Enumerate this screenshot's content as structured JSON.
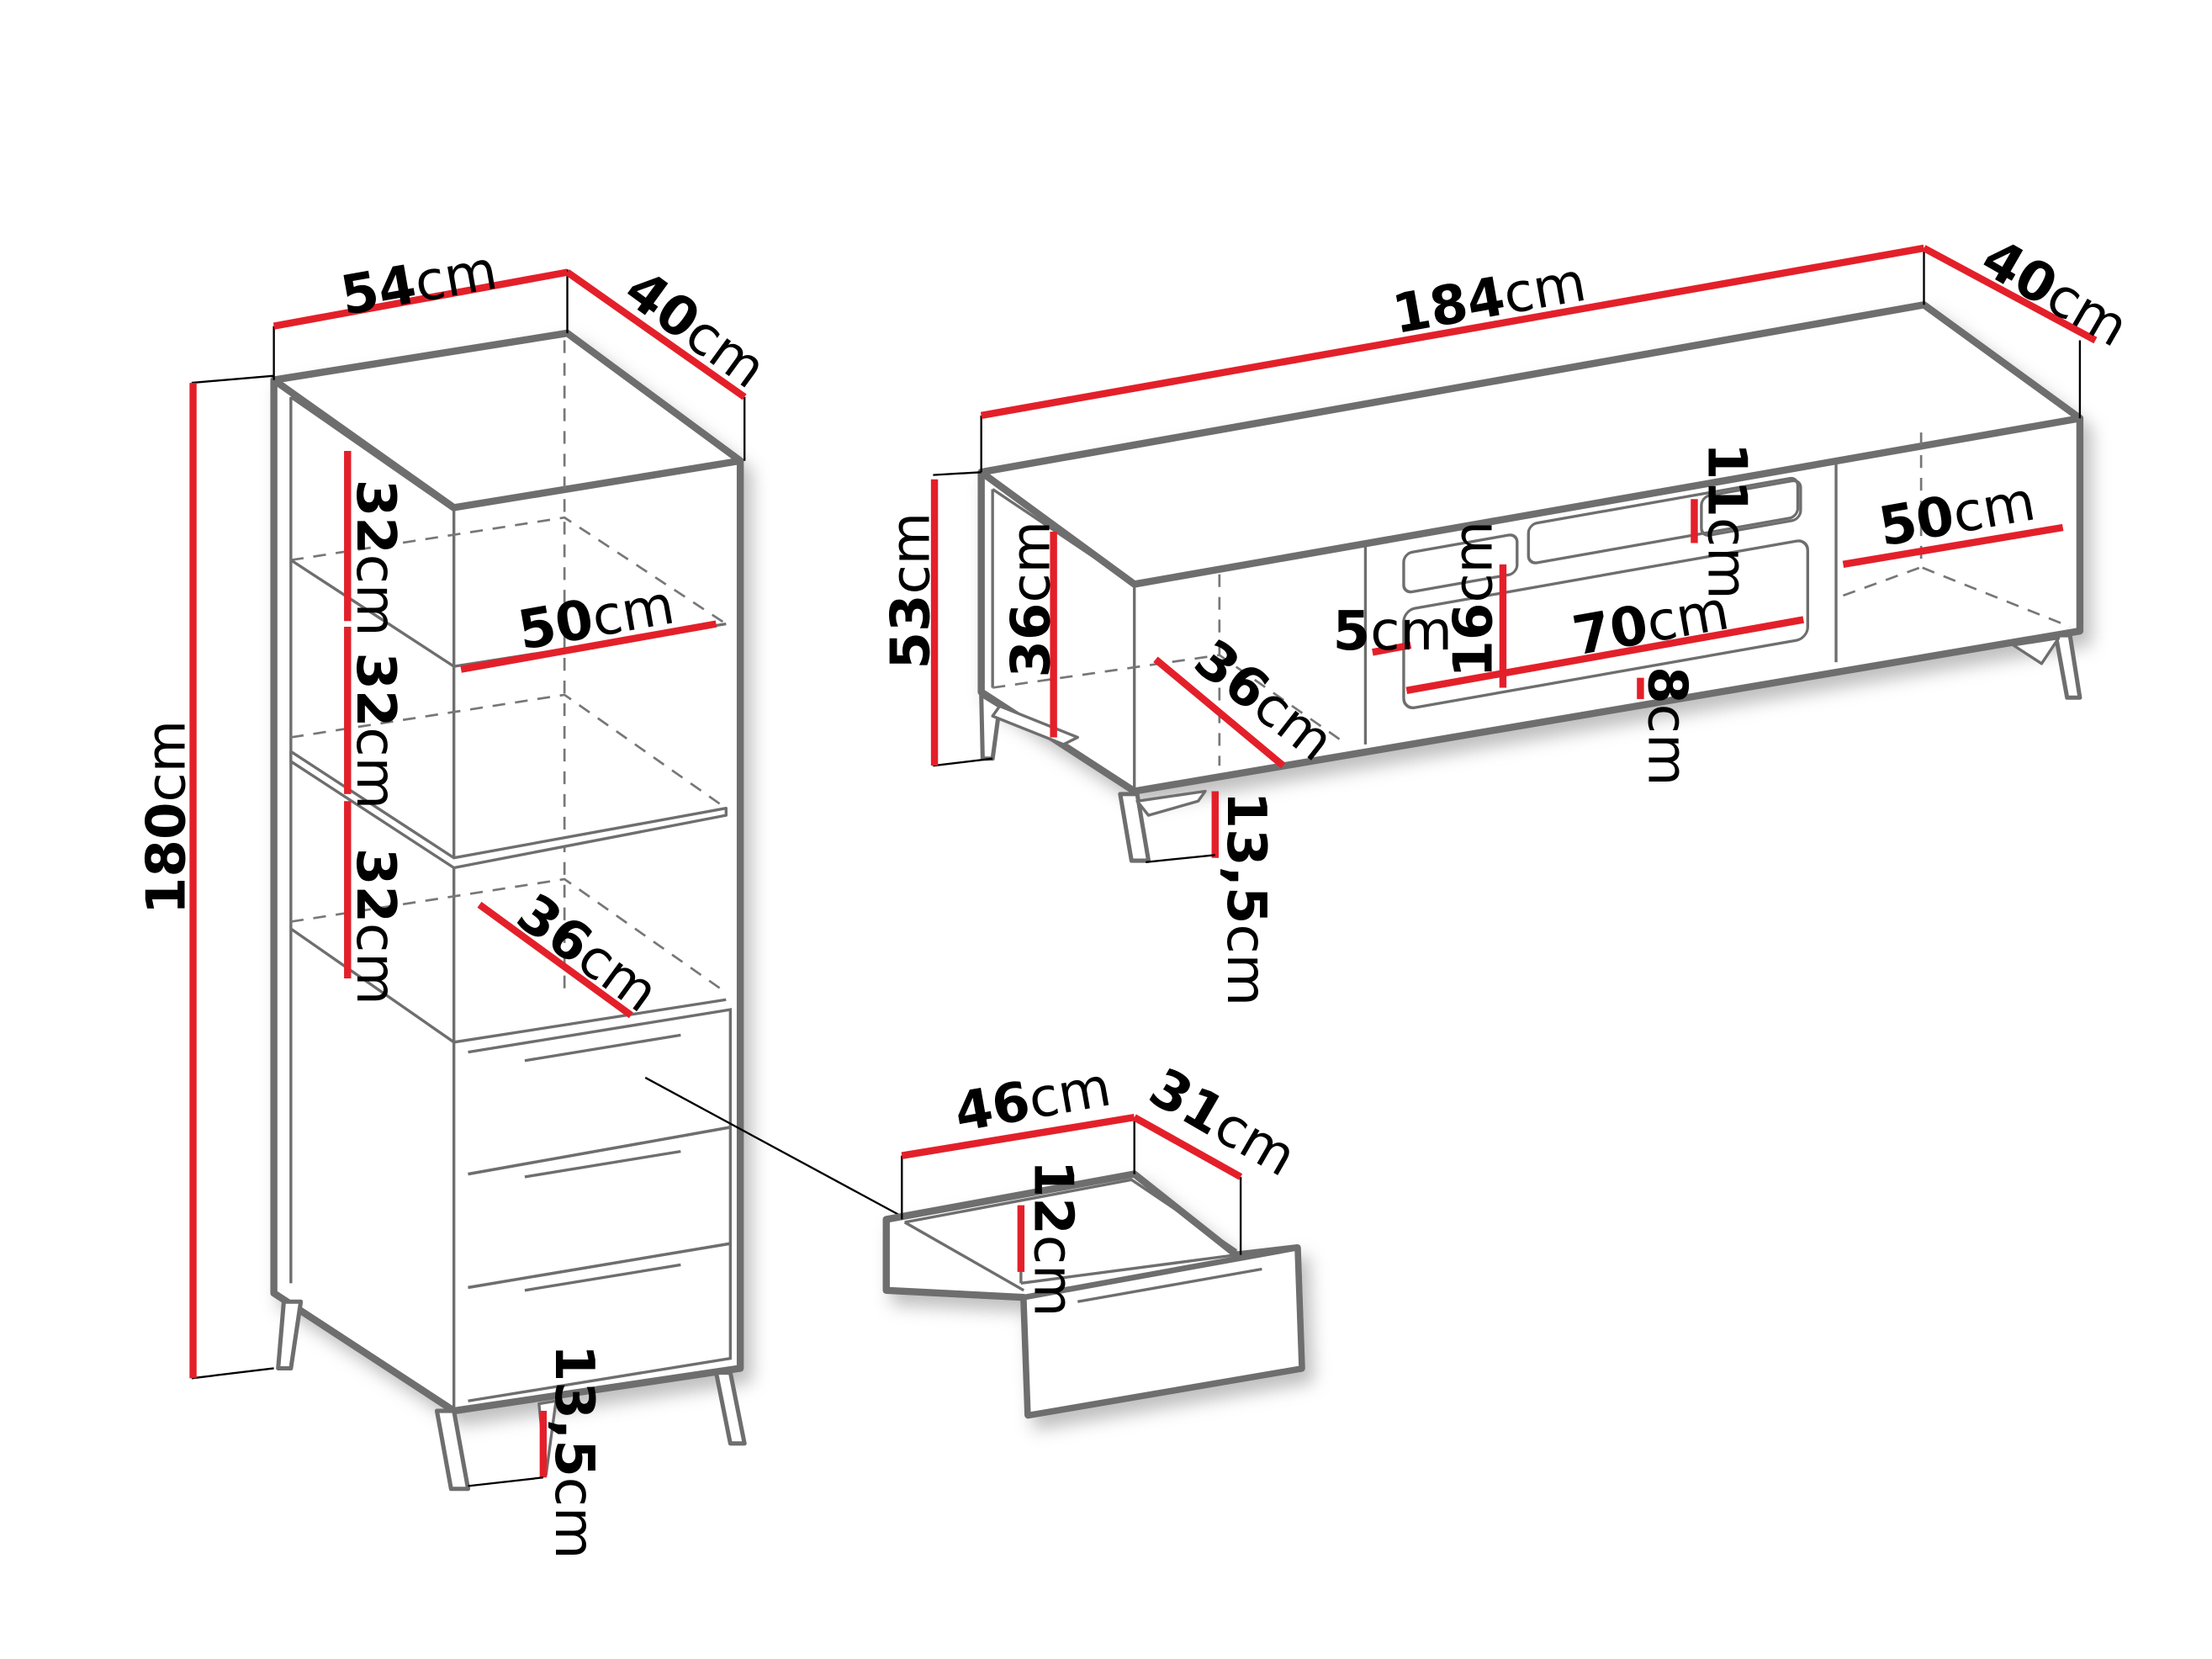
{
  "diagram": {
    "type": "furniture-dimension-drawing",
    "colors": {
      "dimension_line": "#e3202a",
      "outline": "#6e6e6e",
      "text": "#000000",
      "background": "#ffffff"
    },
    "cabinet": {
      "width": {
        "value": "54",
        "unit": "cm"
      },
      "depth": {
        "value": "40",
        "unit": "cm"
      },
      "height": {
        "value": "180",
        "unit": "cm"
      },
      "shelf_gap_1": {
        "value": "32",
        "unit": "cm"
      },
      "shelf_gap_2": {
        "value": "32",
        "unit": "cm"
      },
      "shelf_gap_3": {
        "value": "32",
        "unit": "cm"
      },
      "inner_width": {
        "value": "50",
        "unit": "cm"
      },
      "inner_depth": {
        "value": "36",
        "unit": "cm"
      },
      "leg_height": {
        "value": "13,5",
        "unit": "cm"
      }
    },
    "tv_unit": {
      "width": {
        "value": "184",
        "unit": "cm"
      },
      "depth": {
        "value": "40",
        "unit": "cm"
      },
      "height": {
        "value": "53",
        "unit": "cm"
      },
      "side_inner_height": {
        "value": "36",
        "unit": "cm"
      },
      "side_inner_depth": {
        "value": "36",
        "unit": "cm"
      },
      "right_inner_width": {
        "value": "50",
        "unit": "cm"
      },
      "front_top_slot": {
        "value": "11",
        "unit": "cm"
      },
      "front_left_margin": {
        "value": "5",
        "unit": "cm"
      },
      "front_opening_height": {
        "value": "16",
        "unit": "cm"
      },
      "front_opening_width": {
        "value": "70",
        "unit": "cm"
      },
      "front_bottom_margin": {
        "value": "8",
        "unit": "cm"
      },
      "leg_height": {
        "value": "13,5",
        "unit": "cm"
      }
    },
    "drawer": {
      "width": {
        "value": "46",
        "unit": "cm"
      },
      "depth": {
        "value": "31",
        "unit": "cm"
      },
      "height": {
        "value": "12",
        "unit": "cm"
      }
    }
  }
}
